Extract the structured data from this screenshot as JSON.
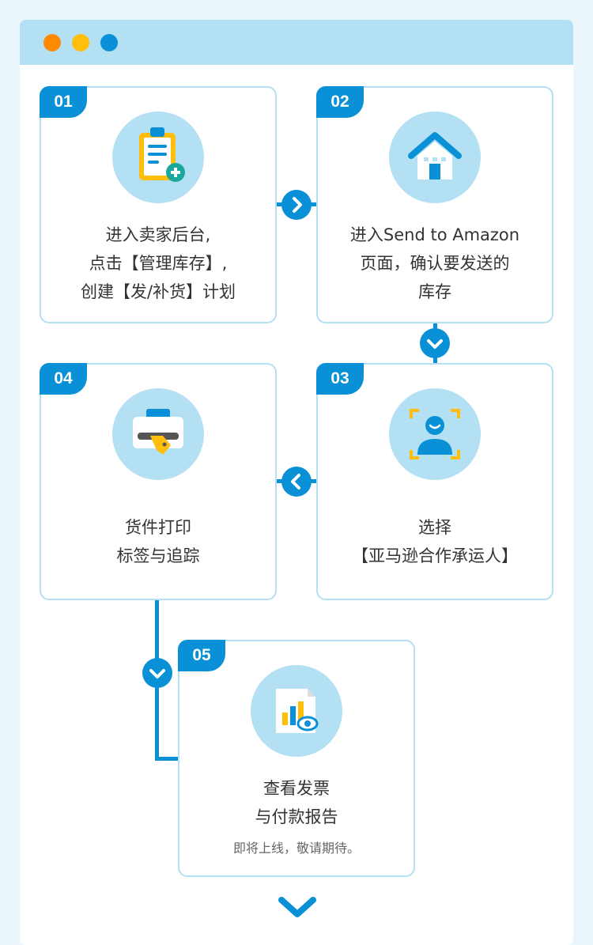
{
  "window": {
    "dots": [
      {
        "name": "orange",
        "color": "#ff8a00"
      },
      {
        "name": "yellow",
        "color": "#ffbe0b"
      },
      {
        "name": "blue",
        "color": "#0a90d6"
      }
    ]
  },
  "colors": {
    "accent": "#0a90d6",
    "light_blue": "#b3e0f2",
    "text": "#333333"
  },
  "steps": [
    {
      "number": "01",
      "icon": "clipboard-add-icon",
      "lines": [
        "进入卖家后台,",
        "点击【管理库存】,",
        "创建【发/补货】计划"
      ]
    },
    {
      "number": "02",
      "icon": "house-icon",
      "lines": [
        "进入Send to Amazon",
        "页面，确认要发送的",
        "库存"
      ]
    },
    {
      "number": "03",
      "icon": "user-scan-icon",
      "lines": [
        "选择",
        "【亚马逊合作承运人】"
      ]
    },
    {
      "number": "04",
      "icon": "label-printer-icon",
      "lines": [
        "货件打印",
        "标签与追踪"
      ]
    },
    {
      "number": "05",
      "icon": "report-chart-icon",
      "lines": [
        "查看发票",
        "与付款报告"
      ],
      "note": "即将上线，敬请期待。"
    }
  ],
  "connectors": [
    {
      "from": "01",
      "to": "02",
      "icon": "chevron-right-icon"
    },
    {
      "from": "02",
      "to": "03",
      "icon": "chevron-down-icon"
    },
    {
      "from": "03",
      "to": "04",
      "icon": "chevron-left-icon"
    },
    {
      "from": "04",
      "to": "05",
      "icon": "chevron-down-icon"
    }
  ],
  "bottom_icon": "chevron-down-icon"
}
